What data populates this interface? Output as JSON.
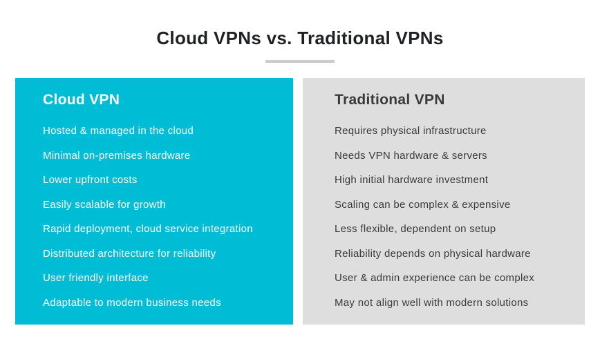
{
  "page": {
    "title": "Cloud VPNs vs. Traditional VPNs"
  },
  "colors": {
    "cloud_panel_bg": "#00bcd4",
    "traditional_panel_bg": "#dedede",
    "cloud_text": "#ffffff",
    "traditional_text": "#3a3a3a",
    "title_text": "#1f2125",
    "divider": "#cccccc",
    "page_bg": "#ffffff"
  },
  "cloud_panel": {
    "title": "Cloud VPN",
    "items": [
      "Hosted & managed in the cloud",
      "Minimal on-premises hardware",
      "Lower upfront costs",
      "Easily scalable for growth",
      "Rapid deployment, cloud service integration",
      "Distributed architecture for reliability",
      "User friendly interface",
      "Adaptable to modern business needs"
    ]
  },
  "traditional_panel": {
    "title": "Traditional VPN",
    "items": [
      "Requires physical infrastructure",
      "Needs VPN hardware & servers",
      "High initial hardware investment",
      "Scaling can be complex & expensive",
      "Less flexible, dependent on setup",
      "Reliability depends on physical hardware",
      "User & admin experience can be complex",
      "May not align well with modern solutions"
    ]
  }
}
